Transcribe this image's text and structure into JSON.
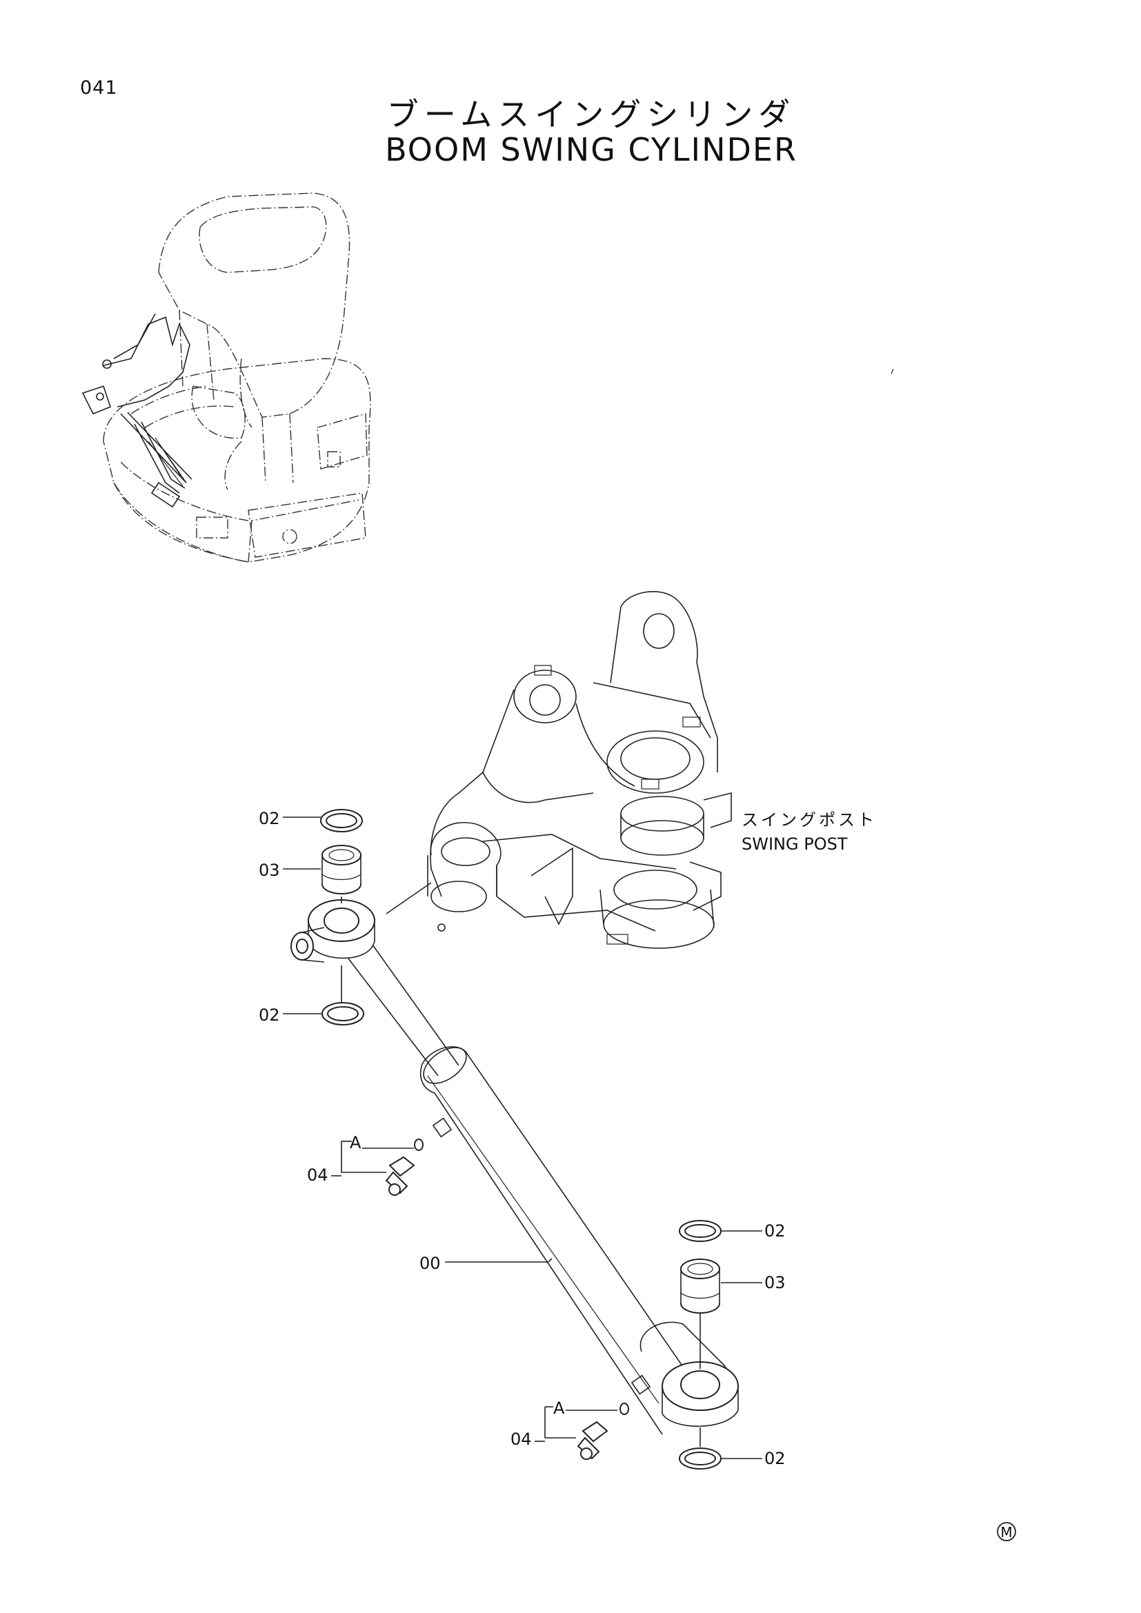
{
  "page": {
    "number": "041"
  },
  "title": {
    "jp": "ブームスイングシリンダ",
    "en": "BOOM SWING CYLINDER"
  },
  "swing_post": {
    "jp": "スイングポスト",
    "en": "SWING POST"
  },
  "callouts": {
    "top_seal_upper": "02",
    "top_bushing": "03",
    "top_seal_lower": "02",
    "detail_a_upper": "A",
    "grease_fitting_upper": "04",
    "cylinder_assembly": "00",
    "bottom_seal_upper": "02",
    "bottom_bushing": "03",
    "detail_a_lower": "A",
    "grease_fitting_lower": "04",
    "bottom_seal_lower": "02"
  },
  "mark": "M",
  "icons": {
    "machine": "excavator-upper-structure-icon",
    "swing_post": "swing-post-bracket-icon",
    "cylinder": "hydraulic-cylinder-icon",
    "grease": "grease-fitting-icon"
  }
}
